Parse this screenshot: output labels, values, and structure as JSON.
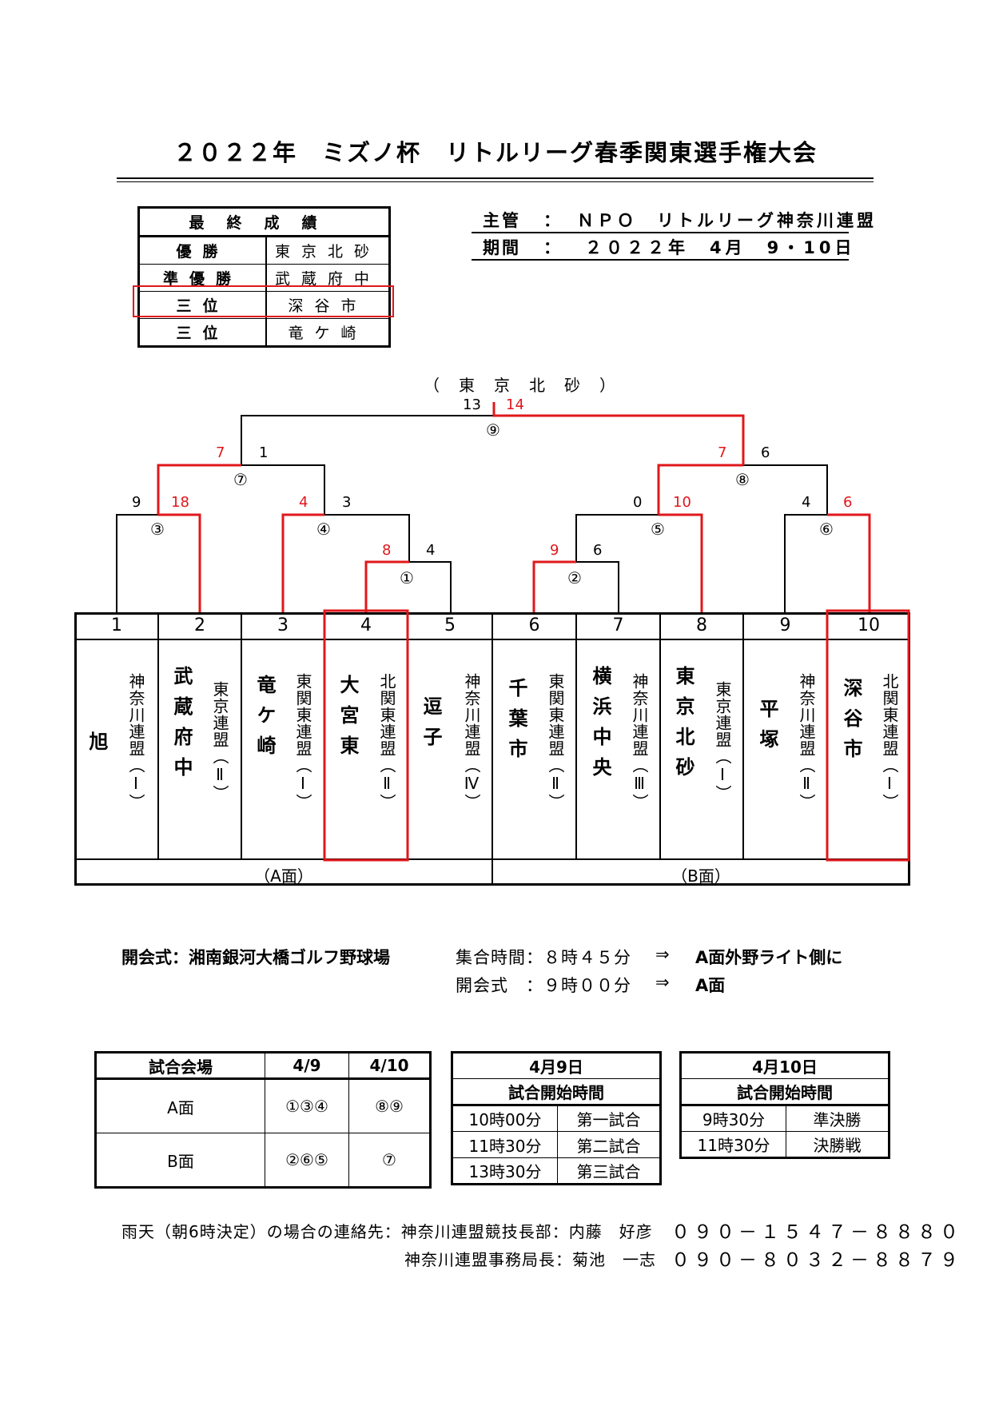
{
  "title": "２０２２年　ミズノ杯　リトルリーグ春季関東選手権大会",
  "final_results": {
    "header": "最終成績",
    "rows": [
      {
        "label": "優勝",
        "team": "東京北砂"
      },
      {
        "label": "準優勝",
        "team": "武蔵府中"
      },
      {
        "label": "三位",
        "team": "深谷市"
      },
      {
        "label": "三位",
        "team": "竜ケ崎"
      }
    ]
  },
  "organizer": {
    "label": "主管",
    "colon": "：",
    "value": "ＮＰＯ　リトルリーグ神奈川連盟"
  },
  "period": {
    "label": "期間",
    "colon": "：",
    "value": "２０２２年　4月　9・10日"
  },
  "bracket": {
    "champion": "（　東　京　北　砂　）",
    "matches": [
      {
        "id": "①",
        "left_score": "8",
        "right_score": "4"
      },
      {
        "id": "②",
        "left_score": "9",
        "right_score": "6"
      },
      {
        "id": "③",
        "left_score": "9",
        "right_score": "18"
      },
      {
        "id": "④",
        "left_score": "4",
        "right_score": "3"
      },
      {
        "id": "⑤",
        "left_score": "0",
        "right_score": "10"
      },
      {
        "id": "⑥",
        "left_score": "4",
        "right_score": "6"
      },
      {
        "id": "⑦",
        "left_score": "7",
        "right_score": "1"
      },
      {
        "id": "⑧",
        "left_score": "7",
        "right_score": "6"
      },
      {
        "id": "⑨",
        "left_score": "13",
        "right_score": "14"
      }
    ],
    "teams": [
      {
        "num": "1",
        "name": "旭",
        "league": "神奈川連盟（Ⅰ）"
      },
      {
        "num": "2",
        "name": "武蔵府中",
        "league": "東京連盟（Ⅱ）"
      },
      {
        "num": "3",
        "name": "竜ケ崎",
        "league": "東関東連盟（Ⅰ）"
      },
      {
        "num": "4",
        "name": "大宮東",
        "league": "北関東連盟（Ⅱ）"
      },
      {
        "num": "5",
        "name": "逗子",
        "league": "神奈川連盟（Ⅳ）"
      },
      {
        "num": "6",
        "name": "千葉市",
        "league": "東関東連盟（Ⅱ）"
      },
      {
        "num": "7",
        "name": "横浜中央",
        "league": "神奈川連盟（Ⅲ）"
      },
      {
        "num": "8",
        "name": "東京北砂",
        "league": "東京連盟（Ⅰ）"
      },
      {
        "num": "9",
        "name": "平塚",
        "league": "神奈川連盟（Ⅱ）"
      },
      {
        "num": "10",
        "name": "深谷市",
        "league": "北関東連盟（Ⅰ）"
      }
    ],
    "field_a": "（A面）",
    "field_b": "（B面）"
  },
  "opening": {
    "label": "開会式：湘南銀河大橋ゴルフ野球場",
    "gather_label": "集合時間：８時４５分",
    "arrow": "⇒",
    "gather_place": "A面外野ライト側に",
    "ceremony_label": "開会式　：９時００分",
    "ceremony_place": "A面"
  },
  "venue_table": {
    "header": [
      "試合会場",
      "4/9",
      "4/10"
    ],
    "rows": [
      {
        "field": "A面",
        "d1": "①③④",
        "d2": "⑧⑨"
      },
      {
        "field": "B面",
        "d1": "②⑥⑤",
        "d2": "⑦"
      }
    ]
  },
  "day1_table": {
    "date": "4月9日",
    "title": "試合開始時間",
    "rows": [
      {
        "time": "10時00分",
        "game": "第一試合"
      },
      {
        "time": "11時30分",
        "game": "第二試合"
      },
      {
        "time": "13時30分",
        "game": "第三試合"
      }
    ]
  },
  "day2_table": {
    "date": "4月10日",
    "title": "試合開始時間",
    "rows": [
      {
        "time": "9時30分",
        "game": "準決勝"
      },
      {
        "time": "11時30分",
        "game": "決勝戦"
      }
    ]
  },
  "contacts": [
    {
      "label": "雨天（朝6時決定）の場合の連絡先：神奈川連盟競技長部：内藤　好彦",
      "phone": "０９０－１５４７－８８８０"
    },
    {
      "label": "神奈川連盟事務局長：菊池　一志",
      "phone": "０９０－８０３２－８８７９"
    }
  ],
  "colors": {
    "winner_line": "#e0171b",
    "winner_score": "#e0171b"
  }
}
